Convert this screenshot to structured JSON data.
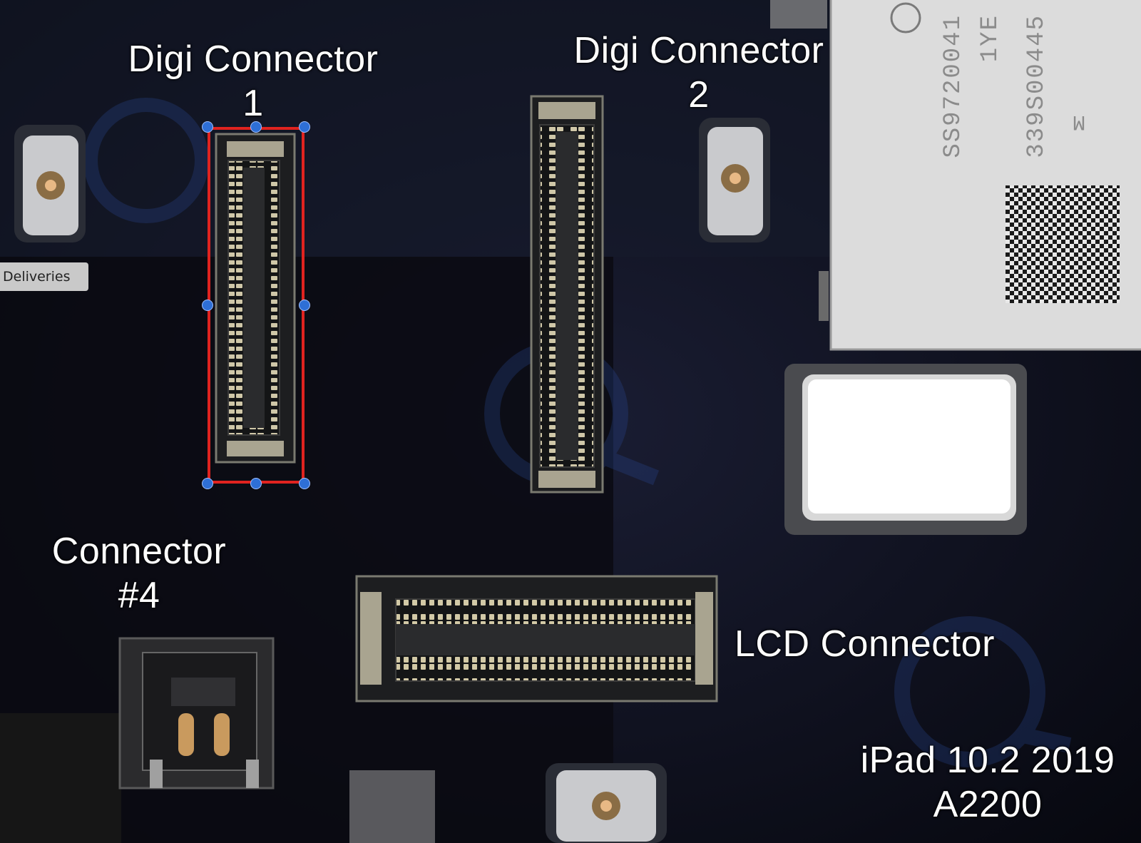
{
  "labels": {
    "digi1": "Digi Connector\n1",
    "digi2": "Digi Connector\n2",
    "connector4": "Connector\n#4",
    "lcd": "LCD Connector",
    "model": "iPad 10.2 2019\nA2200"
  },
  "chip_markings": {
    "line1": "339S00445",
    "line2": "1YE",
    "line3": "SS9720041",
    "logo": "M"
  },
  "deliveries_tab": {
    "label": "Deliveries"
  },
  "selection": {
    "color": "#e0231f",
    "handle_color": "#2e6fd6"
  },
  "icons": {
    "watermark": "magnifier-circuit-icon"
  }
}
